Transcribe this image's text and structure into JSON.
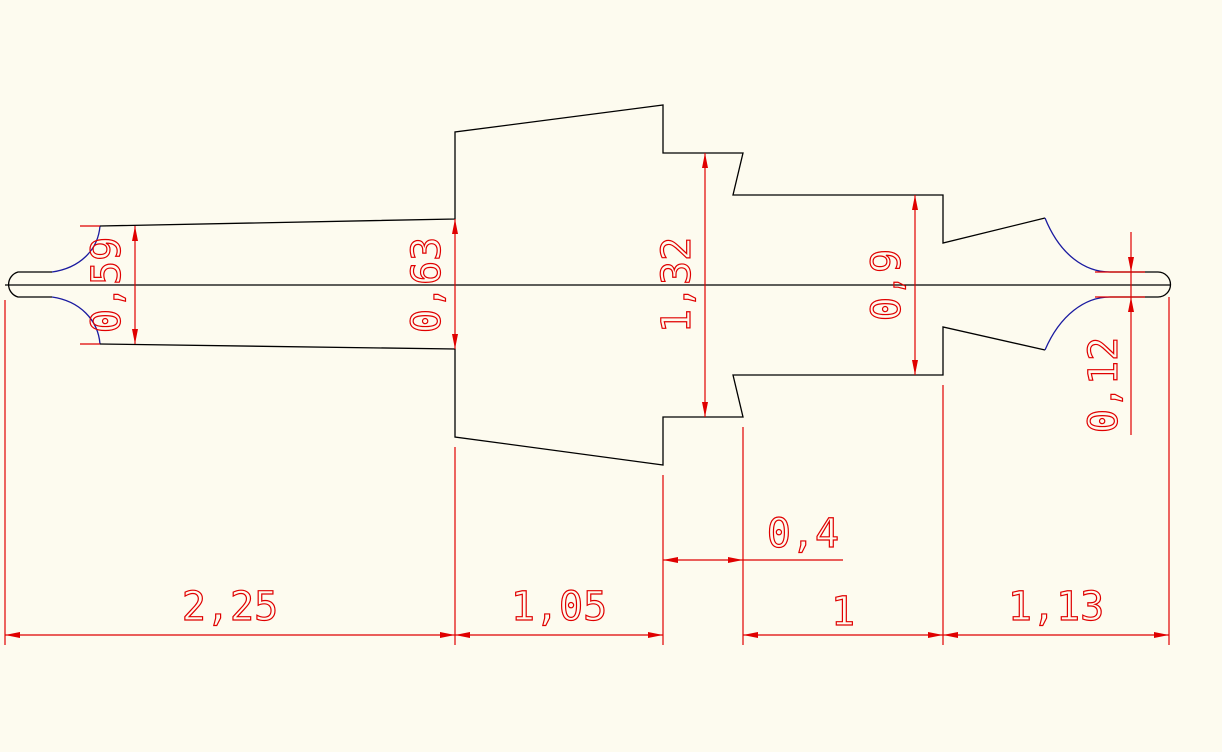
{
  "drawing": {
    "background_color": "#fdfbef",
    "geometry_color": "#000000",
    "fillet_color": "#1a1aa0",
    "dimension_color": "#e00000",
    "dimensions": {
      "horizontal": [
        "2,25",
        "1,05",
        "0,4",
        "1",
        "1,13"
      ],
      "vertical": [
        "0,59",
        "0,63",
        "1,32",
        "0,9",
        "0,12"
      ]
    }
  }
}
